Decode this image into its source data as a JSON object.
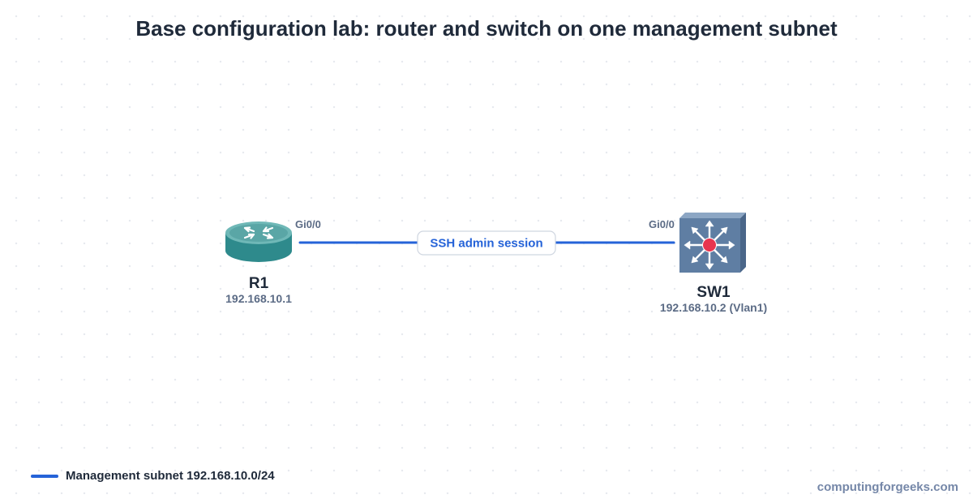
{
  "title": "Base configuration lab: router and switch on one management subnet",
  "colors": {
    "link": "#2563d8",
    "router_body": "#2e8a8c",
    "switch_body": "#5f7ea3",
    "switch_center": "#e8344f",
    "label_text": "#5b6b85",
    "title_text": "#1f2a3a",
    "watermark_text": "#7587a8"
  },
  "nodes": {
    "router": {
      "name": "R1",
      "ip": "192.168.10.1",
      "interface": "Gi0/0",
      "icon": "router-icon"
    },
    "switch": {
      "name": "SW1",
      "ip": "192.168.10.2 (Vlan1)",
      "interface": "Gi0/0",
      "icon": "multilayer-switch-icon"
    }
  },
  "link": {
    "label": "SSH admin session"
  },
  "legend": {
    "label": "Management subnet 192.168.10.0/24"
  },
  "watermark": "computingforgeeks.com"
}
